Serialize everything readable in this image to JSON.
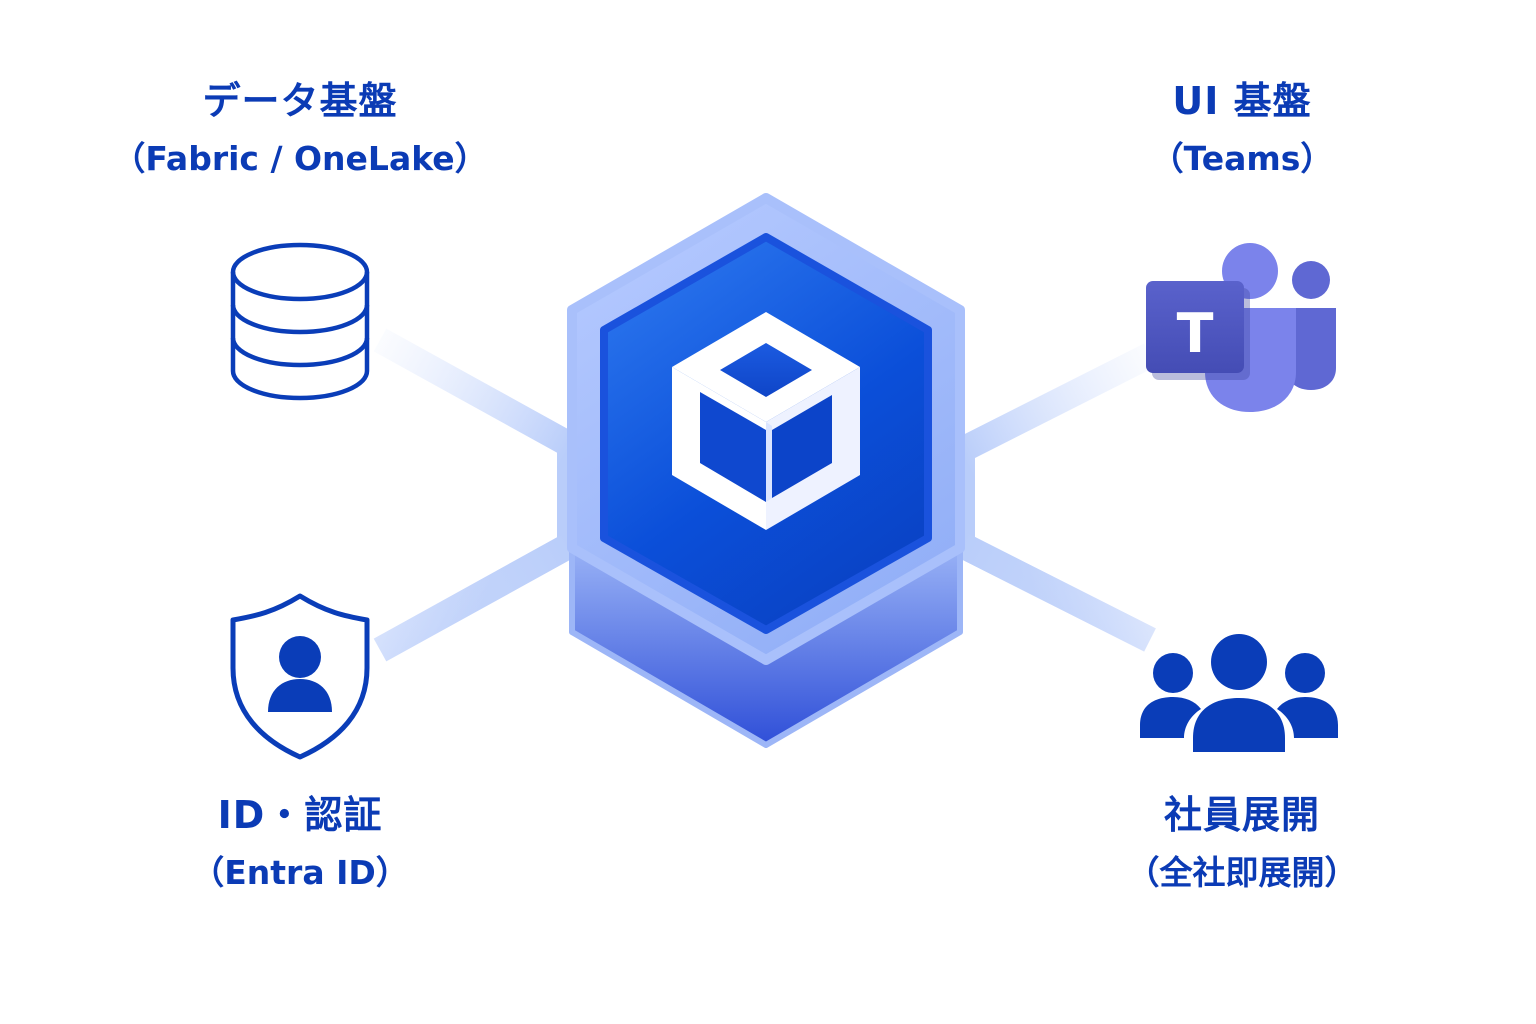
{
  "nodes": {
    "data": {
      "title": "データ基盤",
      "subtitle": "（Fabric / OneLake）",
      "icon": "database-icon"
    },
    "ui": {
      "title": "UI 基盤",
      "subtitle": "（Teams）",
      "icon": "teams-logo-icon"
    },
    "identity": {
      "title": "ID・認証",
      "subtitle": "（Entra ID）",
      "icon": "shield-user-icon"
    },
    "employees": {
      "title": "社員展開",
      "subtitle": "（全社即展開）",
      "icon": "people-group-icon"
    }
  },
  "hub": {
    "icon": "cube-icon"
  },
  "logo_text": {
    "teams_letter": "T"
  },
  "colors": {
    "text": "#0b3bb5",
    "icon": "#0a3db8",
    "hub_outer": "#9fb8f8",
    "hub_inner": "#1249d8",
    "teams_dark": "#4b53bc",
    "teams_mid": "#5f68d3",
    "teams_light": "#7b83eb",
    "connector": "#c9d8fb"
  }
}
